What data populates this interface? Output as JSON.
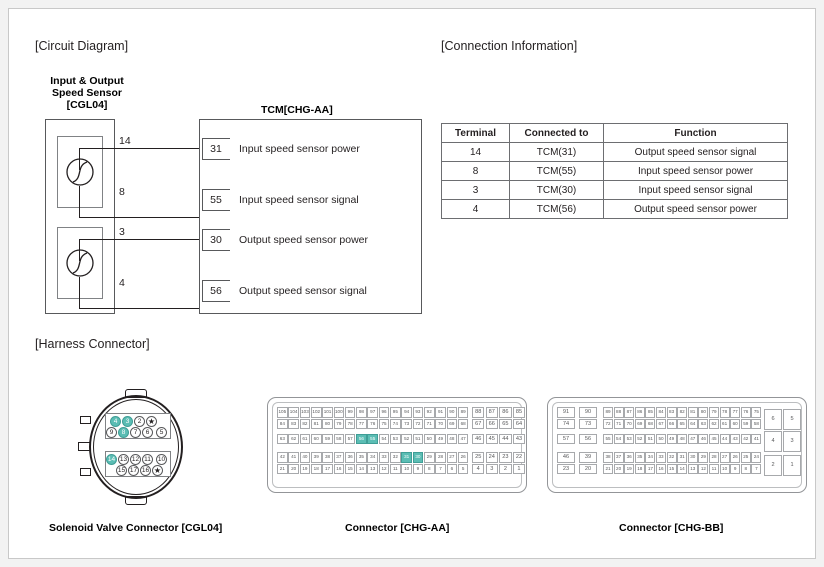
{
  "sections": {
    "circuit_title": "[Circuit Diagram]",
    "connection_title": "[Connection Information]",
    "harness_title": "[Harness Connector]"
  },
  "circuit": {
    "sensor_label_line1": "Input & Output",
    "sensor_label_line2": "Speed Sensor",
    "sensor_label_line3": "[CGL04]",
    "tcm_label": "TCM[CHG-AA]",
    "sensor_pins": [
      "14",
      "8",
      "3",
      "4"
    ],
    "terminals": [
      {
        "num": "31",
        "function": "Input speed sensor power"
      },
      {
        "num": "55",
        "function": "Input speed sensor signal"
      },
      {
        "num": "30",
        "function": "Output speed sensor power"
      },
      {
        "num": "56",
        "function": "Output speed sensor signal"
      }
    ]
  },
  "table": {
    "headers": [
      "Terminal",
      "Connected to",
      "Function"
    ],
    "rows": [
      [
        "14",
        "TCM(31)",
        "Output speed sensor signal"
      ],
      [
        "8",
        "TCM(55)",
        "Input speed sensor power"
      ],
      [
        "3",
        "TCM(30)",
        "Input speed sensor signal"
      ],
      [
        "4",
        "TCM(56)",
        "Output speed sensor power"
      ]
    ]
  },
  "harness": {
    "captions": {
      "cgl04": "Solenoid Valve Connector [CGL04]",
      "chg_aa": "Connector [CHG-AA]",
      "chg_bb": "Connector [CHG-BB]"
    },
    "highlight_color": "#5bbdb4",
    "cgl04": {
      "top_block": [
        [
          "4",
          "3",
          "2",
          "★"
        ],
        [
          "9",
          "8",
          "7",
          "6",
          "5"
        ]
      ],
      "bottom_block": [
        [
          "14",
          "13",
          "12",
          "11",
          "10"
        ],
        [
          "15",
          "17",
          "16",
          "★"
        ]
      ],
      "highlighted": [
        "4",
        "3",
        "8",
        "14"
      ]
    },
    "chg_aa": {
      "left_rows": [
        [
          "105",
          "104",
          "103",
          "102",
          "101",
          "100",
          "99",
          "98",
          "97",
          "96",
          "95",
          "94",
          "93",
          "92",
          "91",
          "90",
          "89"
        ],
        [
          "84",
          "83",
          "82",
          "81",
          "80",
          "79",
          "78",
          "77",
          "76",
          "75",
          "74",
          "73",
          "72",
          "71",
          "70",
          "69",
          "68"
        ],
        [
          "63",
          "62",
          "61",
          "60",
          "59",
          "58",
          "57",
          "56",
          "55",
          "54",
          "53",
          "52",
          "51",
          "50",
          "49",
          "48",
          "47"
        ],
        [
          "42",
          "41",
          "40",
          "39",
          "38",
          "37",
          "36",
          "35",
          "34",
          "33",
          "32",
          "31",
          "30",
          "29",
          "28",
          "27",
          "26"
        ],
        [
          "21",
          "20",
          "19",
          "18",
          "17",
          "16",
          "15",
          "14",
          "13",
          "12",
          "11",
          "10",
          "9",
          "8",
          "7",
          "6",
          "5"
        ]
      ],
      "right_rows": [
        [
          "88",
          "87",
          "86",
          "85"
        ],
        [
          "67",
          "66",
          "65",
          "64"
        ],
        [
          "46",
          "45",
          "44",
          "43"
        ],
        [
          "25",
          "24",
          "23",
          "22"
        ],
        [
          "4",
          "3",
          "2",
          "1"
        ]
      ],
      "highlighted": [
        "56",
        "55",
        "31",
        "30"
      ]
    },
    "chg_bb": {
      "left_rows": [
        [
          "91",
          "90"
        ],
        [
          "74",
          "73"
        ],
        [
          "57",
          "56"
        ],
        [
          "46",
          "39"
        ],
        [
          "23",
          "20"
        ]
      ],
      "mid_rows": [
        [
          "89",
          "88",
          "87",
          "86",
          "85",
          "84",
          "83",
          "82",
          "81",
          "80",
          "79",
          "78",
          "77",
          "76",
          "75"
        ],
        [
          "72",
          "71",
          "70",
          "69",
          "68",
          "67",
          "66",
          "65",
          "64",
          "63",
          "62",
          "61",
          "60",
          "59",
          "58"
        ],
        [
          "55",
          "54",
          "53",
          "52",
          "51",
          "50",
          "49",
          "48",
          "47",
          "46",
          "45",
          "44",
          "43",
          "42",
          "41"
        ],
        [
          "38",
          "37",
          "36",
          "35",
          "34",
          "33",
          "32",
          "31",
          "30",
          "29",
          "28",
          "27",
          "26",
          "25",
          "24"
        ],
        [
          "21",
          "20",
          "19",
          "18",
          "17",
          "16",
          "15",
          "14",
          "13",
          "12",
          "11",
          "10",
          "9",
          "8",
          "7"
        ]
      ],
      "right_rows": [
        [
          "6",
          "5"
        ],
        [
          "4",
          "3"
        ],
        [
          "2",
          "1"
        ]
      ]
    }
  }
}
